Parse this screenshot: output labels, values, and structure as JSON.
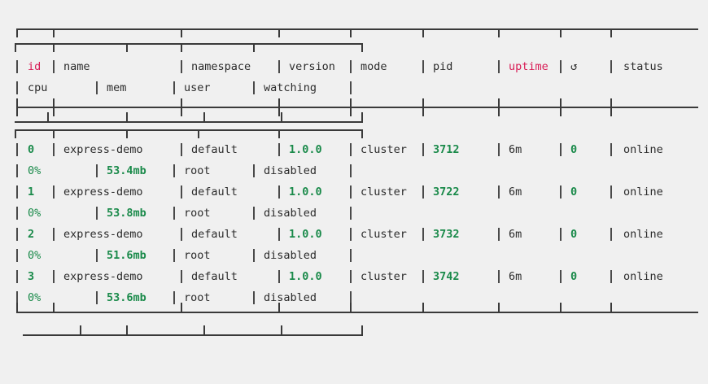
{
  "terminal": {
    "background": "#f0f0f0",
    "foreground": "#2b2b2b",
    "accent_key": "#d81b55",
    "accent_value": "#1a8a4a"
  },
  "table": {
    "kind": "pm2-process-list",
    "header_primary": [
      {
        "label": "id",
        "color": "#d81b55"
      },
      {
        "label": "name",
        "color": "#2b2b2b"
      },
      {
        "label": "namespace",
        "color": "#2b2b2b"
      },
      {
        "label": "version",
        "color": "#2b2b2b"
      },
      {
        "label": "mode",
        "color": "#2b2b2b"
      },
      {
        "label": "pid",
        "color": "#2b2b2b"
      },
      {
        "label": "uptime",
        "color": "#d81b55"
      },
      {
        "label": "↺",
        "color": "#2b2b2b"
      },
      {
        "label": "status",
        "color": "#2b2b2b"
      }
    ],
    "header_secondary": [
      {
        "label": "cpu",
        "color": "#2b2b2b"
      },
      {
        "label": "mem",
        "color": "#2b2b2b"
      },
      {
        "label": "user",
        "color": "#2b2b2b"
      },
      {
        "label": "watching",
        "color": "#2b2b2b"
      }
    ],
    "rows": [
      {
        "id": "0",
        "name": "express-demo",
        "namespace": "default",
        "version": "1.0.0",
        "mode": "cluster",
        "pid": "3712",
        "uptime": "6m",
        "restarts": "0",
        "status": "online",
        "cpu": "0%",
        "mem": "53.4mb",
        "user": "root",
        "watching": "disabled"
      },
      {
        "id": "1",
        "name": "express-demo",
        "namespace": "default",
        "version": "1.0.0",
        "mode": "cluster",
        "pid": "3722",
        "uptime": "6m",
        "restarts": "0",
        "status": "online",
        "cpu": "0%",
        "mem": "53.8mb",
        "user": "root",
        "watching": "disabled"
      },
      {
        "id": "2",
        "name": "express-demo",
        "namespace": "default",
        "version": "1.0.0",
        "mode": "cluster",
        "pid": "3732",
        "uptime": "6m",
        "restarts": "0",
        "status": "online",
        "cpu": "0%",
        "mem": "51.6mb",
        "user": "root",
        "watching": "disabled"
      },
      {
        "id": "3",
        "name": "express-demo",
        "namespace": "default",
        "version": "1.0.0",
        "mode": "cluster",
        "pid": "3742",
        "uptime": "6m",
        "restarts": "0",
        "status": "online",
        "cpu": "0%",
        "mem": "53.6mb",
        "user": "root",
        "watching": "disabled"
      }
    ]
  }
}
